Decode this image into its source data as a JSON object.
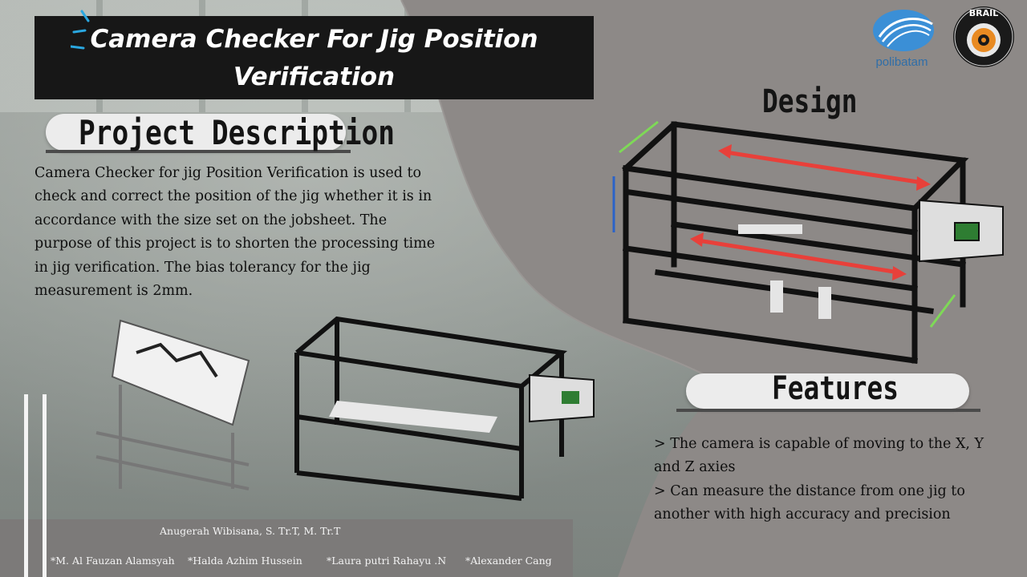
{
  "title": {
    "line1": "Camera Checker For Jig Position",
    "line2": "Verification"
  },
  "logos": {
    "polibatam": "polibatam",
    "brail": "BRAIL"
  },
  "sections": {
    "project_description_heading": "Project Description",
    "design_heading": "Design",
    "features_heading": "Features"
  },
  "description": " Camera Checker for jig Position Verification is used to check and correct the position of the jig whether it is in accordance with the size set on the jobsheet. The purpose of this project is to shorten the processing time in jig verification. The bias tolerancy for the jig measurement is 2mm.",
  "features": [
    "> The camera is capable of moving to the X, Y and Z axies",
    "> Can measure the distance from one jig to another with high accuracy and precision"
  ],
  "credits": {
    "supervisor": "Anugerah Wibisana, S. Tr.T, M. Tr.T",
    "members": [
      "*M. Al Fauzan Alamsyah",
      "*Halda Azhim Hussein",
      "*Laura putri Rahayu .N",
      "*Alexander Cang"
    ]
  },
  "colors": {
    "title_bg": "#171717",
    "pill_bg": "#ececec",
    "arrow_red": "#e8403a",
    "arrow_green": "#7ed957",
    "arrow_blue": "#2a63c9",
    "frame": "#111111"
  }
}
